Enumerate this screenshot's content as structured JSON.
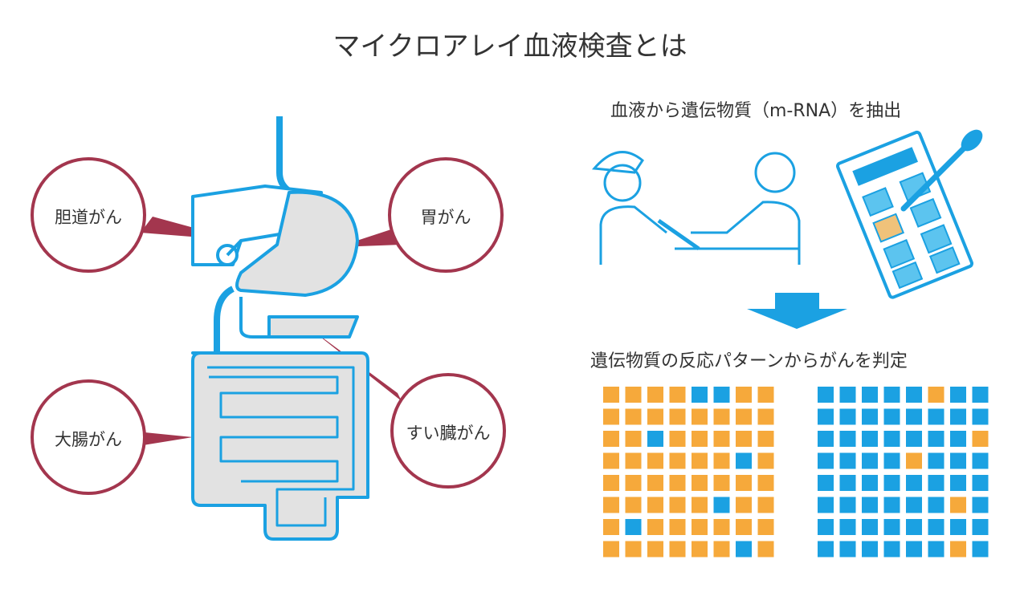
{
  "title": "マイクロアレイ血液検査とは",
  "step1": "血液から遺伝物質（m-RNA）を抽出",
  "step2": "遺伝物質の反応パターンからがんを判定",
  "cancers": {
    "biliary": "胆道がん",
    "stomach": "胃がん",
    "colon": "大腸がん",
    "pancreas": "すい臓がん"
  },
  "colors": {
    "blue": "#1ba1e2",
    "orange": "#f6a93b",
    "grey": "#e2e2e2",
    "ring": "#a3364e"
  },
  "grids": [
    {
      "name": "left-pattern",
      "base": "orange",
      "other": "blue",
      "other_cells": [
        [
          0,
          4
        ],
        [
          0,
          5
        ],
        [
          2,
          2
        ],
        [
          3,
          6
        ],
        [
          5,
          5
        ],
        [
          6,
          1
        ],
        [
          7,
          6
        ]
      ]
    },
    {
      "name": "right-pattern",
      "base": "blue",
      "other": "orange",
      "other_cells": [
        [
          0,
          5
        ],
        [
          2,
          7
        ],
        [
          3,
          4
        ],
        [
          5,
          6
        ],
        [
          7,
          6
        ]
      ]
    }
  ]
}
